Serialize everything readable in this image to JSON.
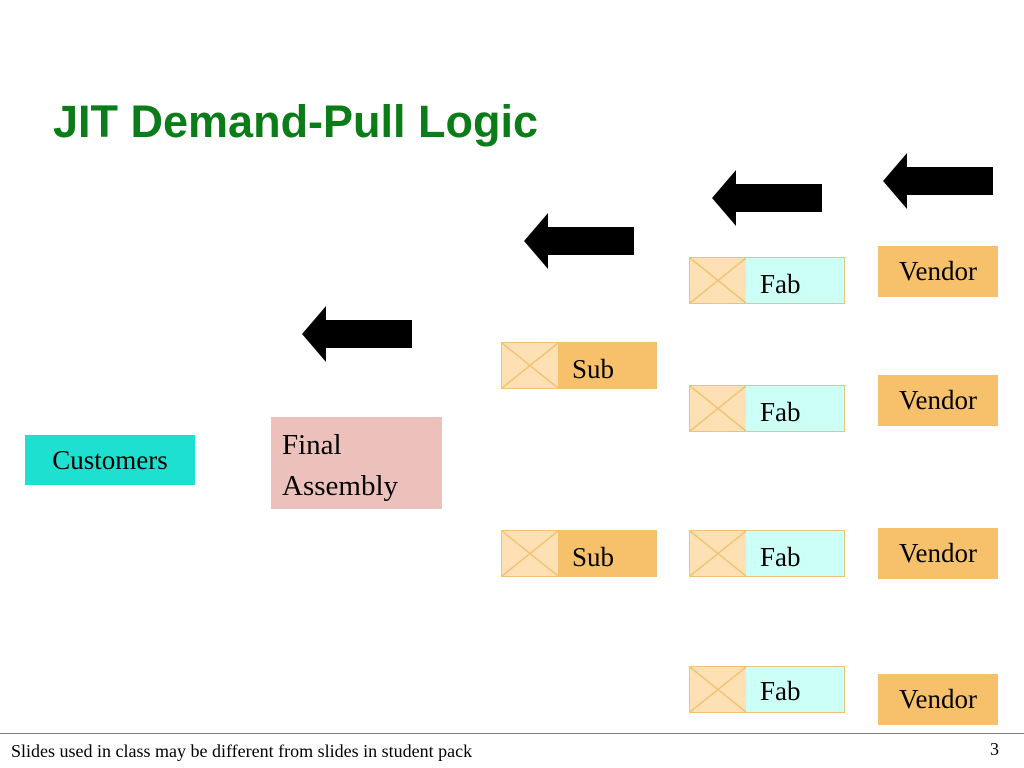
{
  "title": "JIT Demand-Pull Logic",
  "customers": "Customers",
  "final_assembly": [
    "Final",
    "Assembly"
  ],
  "subs": [
    "Sub",
    "Sub"
  ],
  "fabs": [
    "Fab",
    "Fab",
    "Fab",
    "Fab"
  ],
  "vendors": [
    "Vendor",
    "Vendor",
    "Vendor",
    "Vendor"
  ],
  "footer": "Slides used in class may be different from slides in student pack",
  "page_number": "3",
  "colors": {
    "title": "#0b7d18",
    "customers": "#1ee0d0",
    "final_assembly": "#ecc1bb",
    "vendor": "#f7c16c",
    "sub": "#f7c16c",
    "fab": "#ccfff6"
  },
  "icons": [
    "left-arrow-icon",
    "placeholder-x-icon"
  ]
}
